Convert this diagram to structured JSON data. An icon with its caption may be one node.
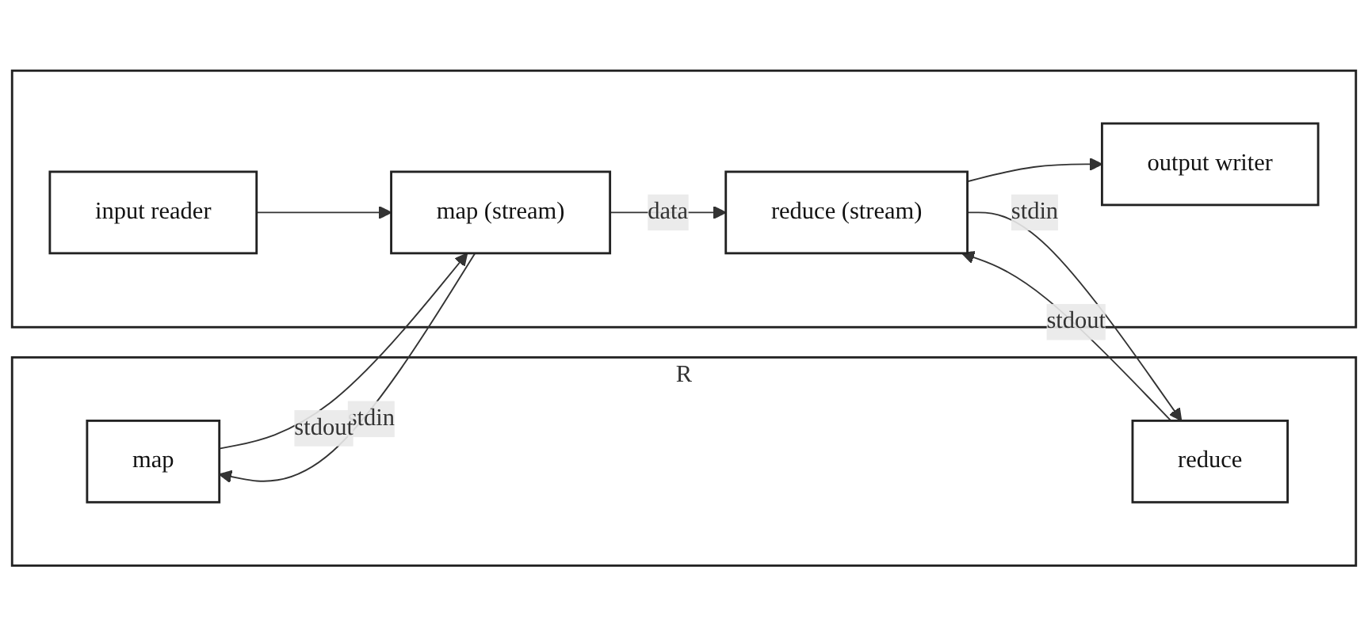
{
  "diagram": {
    "nodes": [
      {
        "text": [],
        "shape": "box"
      },
      {
        "text": [
          "input reader"
        ],
        "in": 0
      },
      {
        "text": [
          "map (stream)"
        ],
        "in": 0
      },
      {
        "text": [
          "reduce (stream)"
        ],
        "in": 0
      },
      {
        "text": [
          "output writer"
        ],
        "in": 0
      },
      {
        "text": [
          "R"
        ]
      },
      {
        "text": [
          "map"
        ],
        "in": 5
      },
      {
        "text": [
          "reduce"
        ],
        "in": 5
      }
    ],
    "edges": [
      {
        "from": 1,
        "to": 2,
        "arrow": "to"
      },
      {
        "from": 2,
        "to": 3,
        "arrow": "to",
        "label": "data"
      },
      {
        "from": 3,
        "to": 4,
        "arrow": "to"
      },
      {
        "from": 2,
        "to": 6,
        "arrow": "to",
        "label": "stdin"
      },
      {
        "from": 6,
        "to": 2,
        "arrow": "to",
        "label": "stdout"
      },
      {
        "from": 3,
        "to": 7,
        "arrow": "to",
        "label": "stdin"
      },
      {
        "from": 7,
        "to": 3,
        "arrow": "to",
        "label": "stdout"
      }
    ]
  }
}
